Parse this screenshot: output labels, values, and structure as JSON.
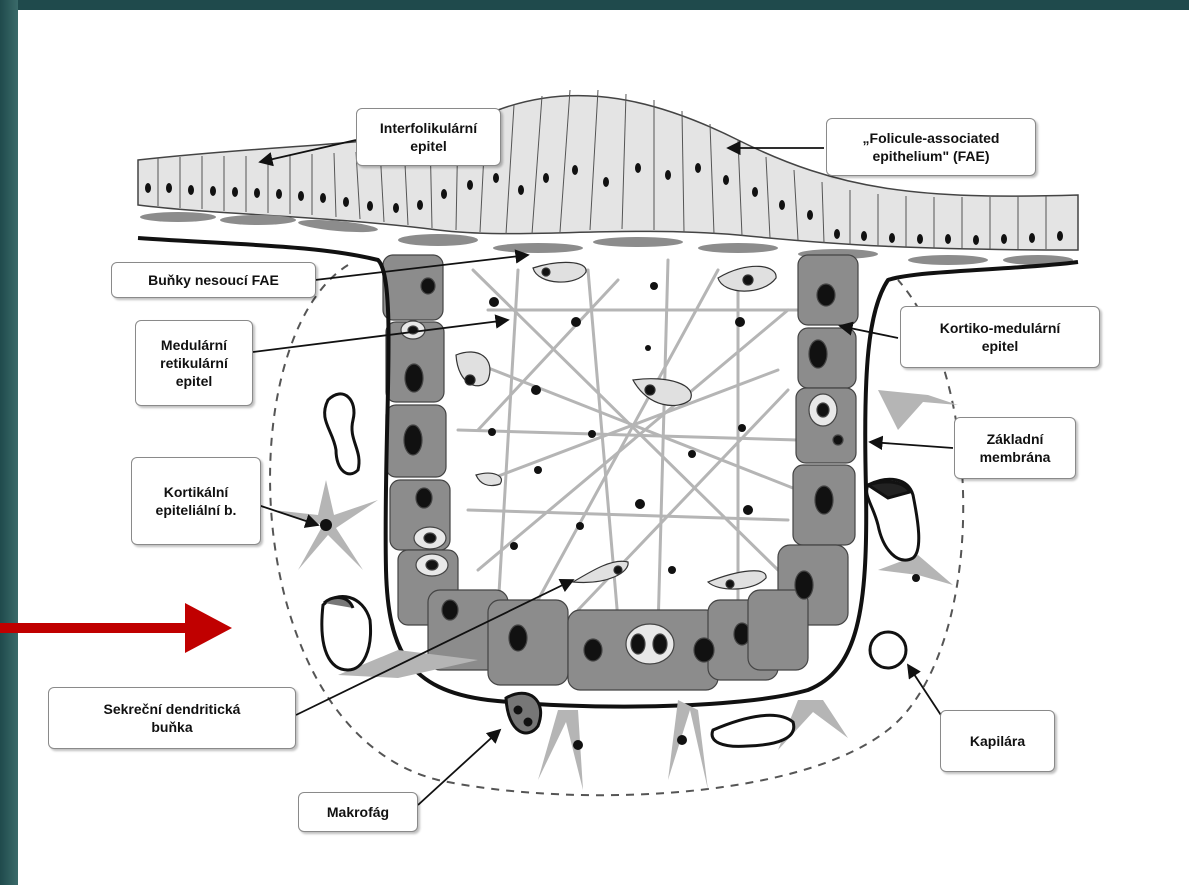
{
  "labels": {
    "interfolikularni": "Interfolikulární\nepitel",
    "fae": "„Folicule-associated\nepithelium\" (FAE)",
    "bunky_fae": "Buňky nesoucí FAE",
    "medularni": "Medulární\nretikulární\nepitel",
    "kortiko": "Kortiko-medulární\nepitel",
    "zakladni": "Základní\nmembrána",
    "kortikalni": "Kortikální\nepiteliální b.",
    "sekrecni": "Sekreční dendritická\nbuňka",
    "kapilara": "Kapilára",
    "makrofag": "Makrofág"
  },
  "colors": {
    "frame": "#2f5a5a",
    "arrow_red": "#c00000",
    "cell_dark": "#8c8c8c",
    "cell_light": "#d9d9d9",
    "reticular": "#b5b5b5"
  }
}
